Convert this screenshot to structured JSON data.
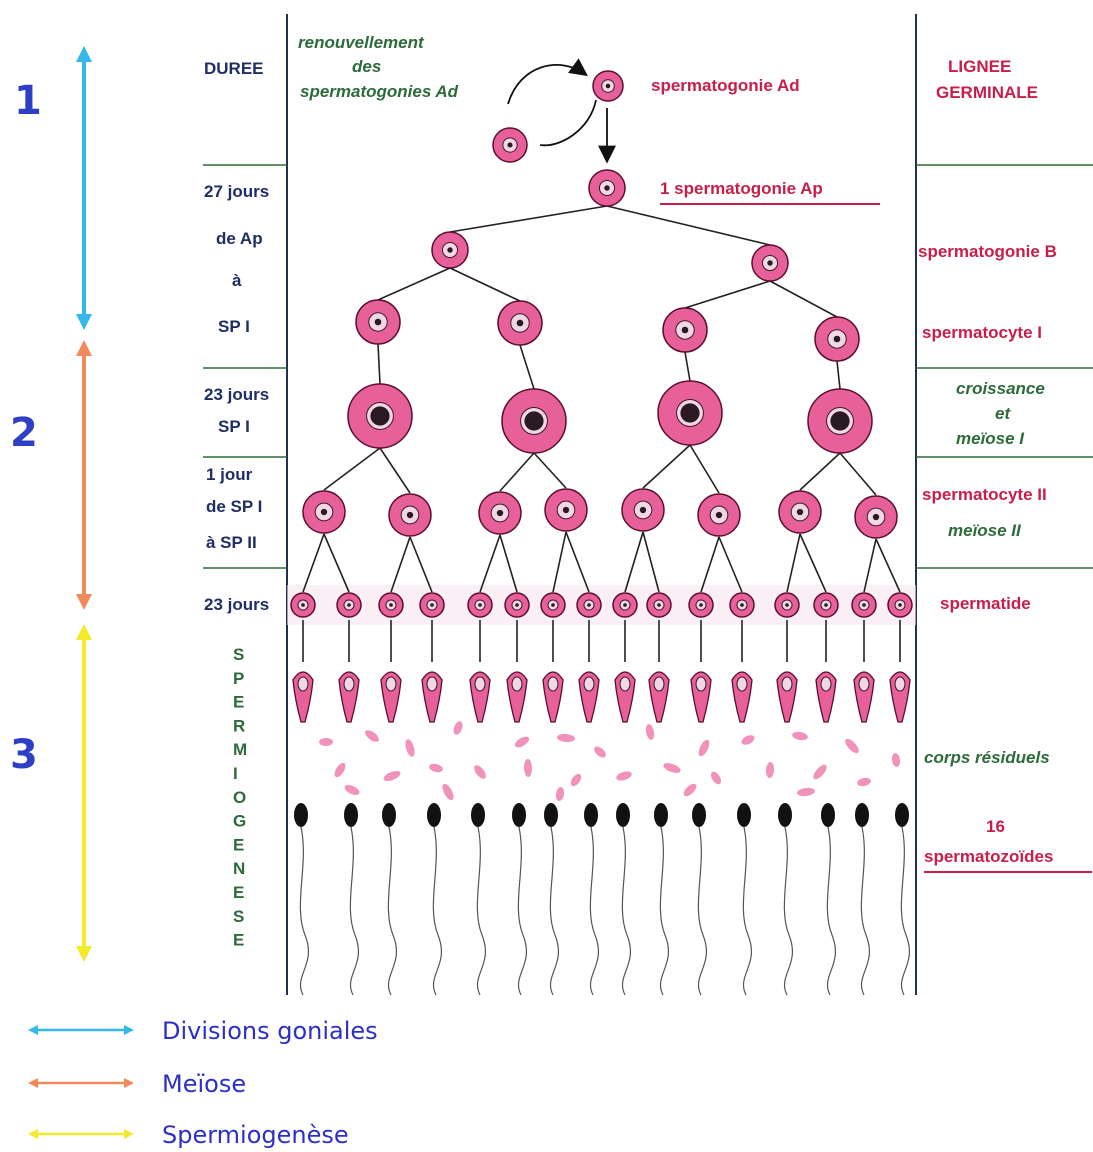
{
  "phase_numbers": [
    "1",
    "2",
    "3"
  ],
  "left_column": {
    "duree": "DUREE",
    "row_ap": [
      "27 jours",
      "de Ap",
      "à",
      "SP I"
    ],
    "row_growth": [
      "23 jours",
      "SP I"
    ],
    "row_meiosis2": [
      "1 jour",
      "de SP I",
      "à SP II"
    ],
    "row_spermatid": "23 jours",
    "spermiogenese_letters": [
      "S",
      "P",
      "E",
      "R",
      "M",
      "I",
      "O",
      "G",
      "E",
      "N",
      "E",
      "S",
      "E"
    ]
  },
  "renewal_label": [
    "renouvellement",
    "des",
    "spermatogonies Ad"
  ],
  "center_labels": {
    "spermatogonie_ad": "spermatogonie Ad",
    "spermatogonie_ap": "1 spermatogonie Ap"
  },
  "right_column": {
    "lignee": [
      "LIGNEE",
      "GERMINALE"
    ],
    "spermatogonie_b": "spermatogonie B",
    "spermatocyte_1": "spermatocyte I",
    "croissance": [
      "croissance",
      "et",
      "meïose I"
    ],
    "spermatocyte_2": "spermatocyte II",
    "meiose_2": "meïose II",
    "spermatide": "spermatide",
    "corps_residuels": "corps résiduels",
    "spermatozoides": [
      "16",
      "spermatozoïdes"
    ]
  },
  "legend": [
    {
      "label": "Divisions goniales",
      "color": "#33b8e8"
    },
    {
      "label": "Meïose",
      "color": "#f08a5a"
    },
    {
      "label": "Spermiogenèse",
      "color": "#f2ea2a"
    }
  ],
  "colors": {
    "cell_fill": "#e8609a",
    "cell_stroke": "#5a1030",
    "nucleus": "#f1d6e4",
    "blue_arrow": "#33b8e8",
    "orange_arrow": "#f08a5a",
    "yellow_arrow": "#f2ea2a",
    "divider": "#2d6b3a",
    "axis": "#22304f"
  }
}
